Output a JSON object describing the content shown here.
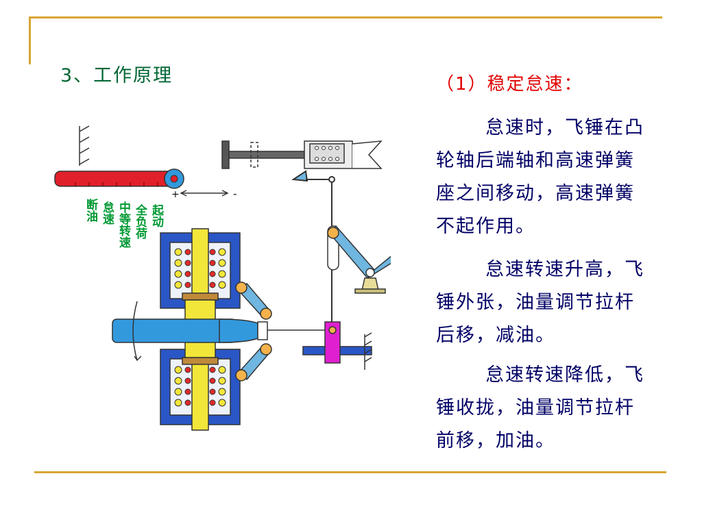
{
  "slide": {
    "title": "3、工作原理",
    "subtitle": "（1）稳定怠速：",
    "paragraphs": [
      "怠速时，飞锤在凸轮轴后端轴和高速弹簧座之间移动，高速弹簧不起作用。",
      "怠速转速升高，飞锤外张，油量调节拉杆后移，减油。",
      "怠速转速降低，飞锤收拢，油量调节拉杆前移，加油。"
    ]
  },
  "diagram": {
    "lever_labels": [
      "起动",
      "全负荷",
      "中等转速",
      "怠速",
      "断油"
    ],
    "plus_sign": "+",
    "minus_sign": "-"
  },
  "colors": {
    "frame": "#d9a532",
    "title": "#006633",
    "subtitle": "#e00000",
    "body_text": "#000066",
    "label_green": "#009933",
    "lever_red": "#e0202a",
    "housing_blue": "#2a56c6",
    "shaft_blue": "#3399dd",
    "weight_blue": "#6fb6e0",
    "spring_yellow": "#f2e63a",
    "rod_magenta": "#e020d0"
  }
}
